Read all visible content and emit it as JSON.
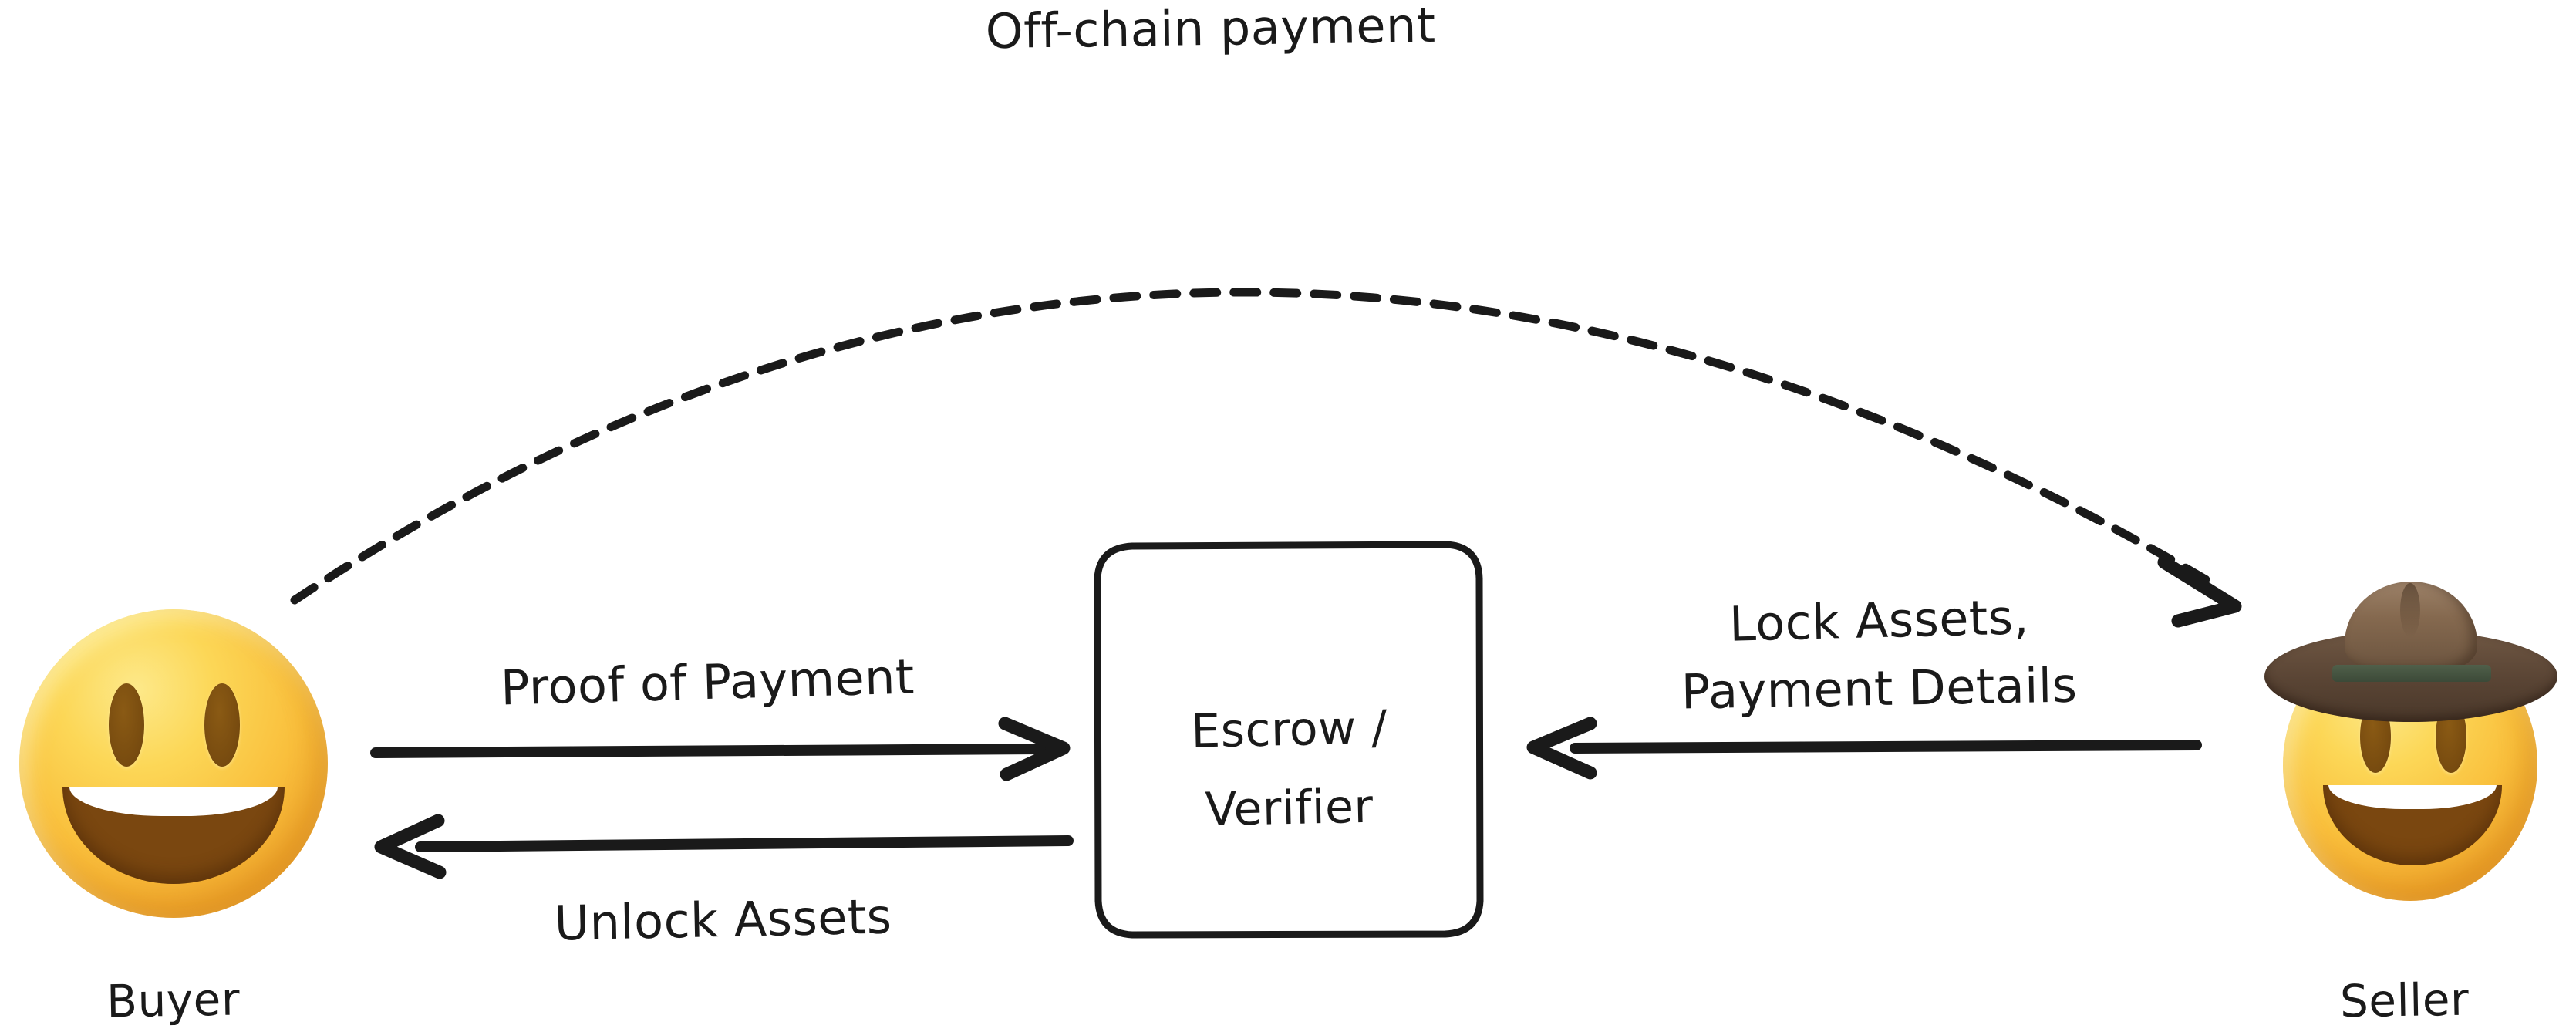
{
  "diagram": {
    "title_label": "Off-chain payment",
    "background_color": "#ffffff",
    "stroke_color": "#1a1a1a",
    "actors": {
      "buyer": {
        "label": "Buyer",
        "icon": "grinning-face-emoji",
        "glyph": "😃"
      },
      "seller": {
        "label": "Seller",
        "icon": "cowboy-hat-face-emoji",
        "glyph": "🤠"
      }
    },
    "nodes": [
      {
        "id": "escrow",
        "line1": "Escrow /",
        "line2": "Verifier",
        "shape": "rounded-rectangle"
      }
    ],
    "edges": [
      {
        "id": "off-chain-payment",
        "label": "Off-chain payment",
        "from": "buyer",
        "to": "seller",
        "style": "dashed",
        "shape": "arc",
        "direction": "right"
      },
      {
        "id": "proof-of-payment",
        "label": "Proof of Payment",
        "from": "buyer",
        "to": "escrow",
        "style": "solid",
        "shape": "straight",
        "direction": "right"
      },
      {
        "id": "unlock-assets",
        "label": "Unlock Assets",
        "from": "escrow",
        "to": "buyer",
        "style": "solid",
        "shape": "straight",
        "direction": "left"
      },
      {
        "id": "lock-assets-payment-details",
        "label_line1": "Lock Assets,",
        "label_line2": "Payment Details",
        "from": "seller",
        "to": "escrow",
        "style": "solid",
        "shape": "straight",
        "direction": "left"
      }
    ]
  }
}
